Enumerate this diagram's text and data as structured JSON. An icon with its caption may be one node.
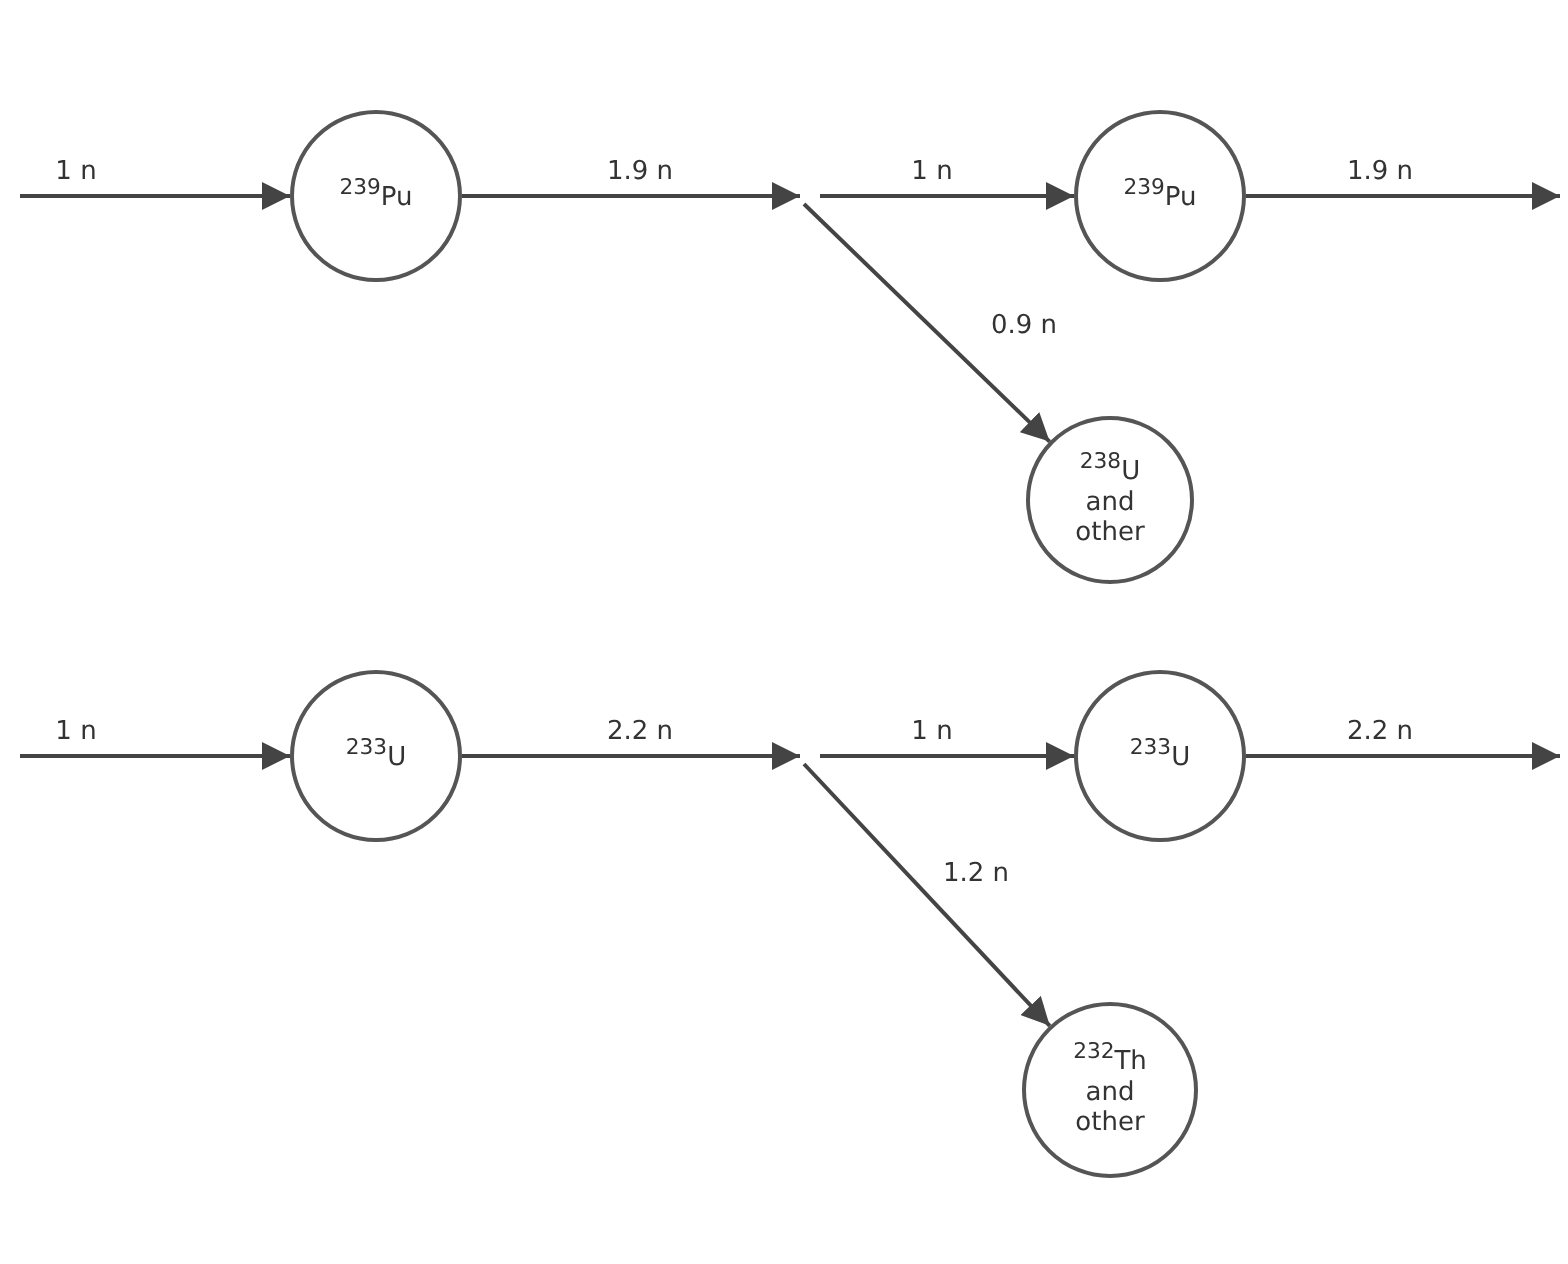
{
  "diagram": {
    "nodes": [
      {
        "text": [
          "$^{239}$Pu"
        ]
      },
      {
        "text": [
          "$^{239}$Pu"
        ]
      },
      {
        "text": [
          "$^{238}$U and other"
        ]
      },
      {
        "text": [
          "$^{233}$U"
        ]
      },
      {
        "text": [
          "$^{233}$U"
        ]
      },
      {
        "text": [
          "$^{232}$Th and other"
        ]
      }
    ],
    "edges": [
      {
        "from": null,
        "to": 0,
        "arrow": "to",
        "label": "1 n"
      },
      {
        "from": 0,
        "to": null,
        "arrow": "to",
        "label": "1.9 n"
      },
      {
        "from": null,
        "to": 1,
        "arrow": "to",
        "label": "1 n"
      },
      {
        "from": null,
        "to": 2,
        "arrow": "to",
        "label": "0.9 n"
      },
      {
        "from": 1,
        "to": null,
        "arrow": "to",
        "label": "1.9 n"
      },
      {
        "from": null,
        "to": 3,
        "arrow": "to",
        "label": "1 n"
      },
      {
        "from": 3,
        "to": null,
        "arrow": "to",
        "label": "2.2 n"
      },
      {
        "from": null,
        "to": 4,
        "arrow": "to",
        "label": "1 n"
      },
      {
        "from": null,
        "to": 5,
        "arrow": "to",
        "label": "1.2 n"
      },
      {
        "from": 4,
        "to": null,
        "arrow": "to",
        "label": "2.2 n"
      }
    ]
  }
}
